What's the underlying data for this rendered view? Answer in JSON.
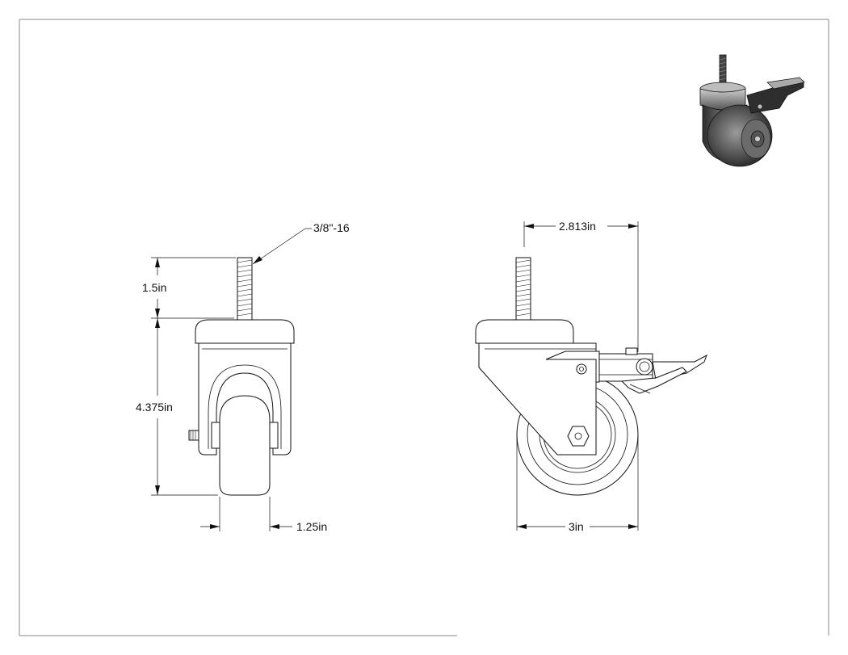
{
  "drawing": {
    "front_view": {
      "thread_callout": "3/8\"-16",
      "stem_height": "1.5in",
      "overall_height": "4.375in",
      "wheel_width": "1.25in"
    },
    "side_view": {
      "swivel_offset": "2.813in",
      "wheel_diameter": "3in"
    },
    "iso_view": {
      "icon": "caster-isometric-render"
    }
  }
}
